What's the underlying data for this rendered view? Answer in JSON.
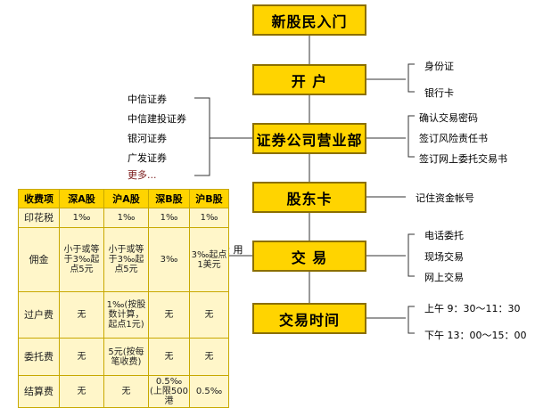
{
  "flow": {
    "steps": [
      "新股民入门",
      "开 户",
      "证券公司营业部",
      "股东卡",
      "交 易",
      "交易时间"
    ]
  },
  "branches": {
    "kaihu": [
      "身份证",
      "银行卡"
    ],
    "yingyebu": [
      "确认交易密码",
      "签订风险责任书",
      "签订网上委托交易书"
    ],
    "gudongka": [
      "记住资金帐号"
    ],
    "jiaoyi": [
      "电话委托",
      "现场交易",
      "网上交易"
    ],
    "shijian": [
      "上午 9：30～11：30",
      "下午 13：00～15：00"
    ],
    "brokers": [
      "中信证券",
      "中信建投证券",
      "银河证券",
      "广发证券"
    ],
    "brokers_more": "更多..."
  },
  "fee_label": "费 用",
  "fee_table": {
    "headers": [
      "收费项",
      "深A股",
      "沪A股",
      "深B股",
      "沪B股"
    ],
    "rows": [
      {
        "name": "印花税",
        "cells": [
          "1‰",
          "1‰",
          "1‰",
          "1‰"
        ]
      },
      {
        "name": "佣金",
        "cells": [
          "小于或等于3‰起点5元",
          "小于或等于3‰起点5元",
          "3‰",
          "3‰起点1美元"
        ]
      },
      {
        "name": "过户费",
        "cells": [
          "无",
          "1‰(按股数计算，起点1元)",
          "无",
          "无"
        ]
      },
      {
        "name": "委托费",
        "cells": [
          "无",
          "5元(按每笔收费)",
          "无",
          "无"
        ]
      },
      {
        "name": "结算费",
        "cells": [
          "无",
          "无",
          "0.5‰(上限500港",
          "0.5‰"
        ]
      }
    ]
  },
  "colors": {
    "box_fill": "#ffd400",
    "box_border": "#8b6f00",
    "table_fill": "#fff6c9"
  }
}
